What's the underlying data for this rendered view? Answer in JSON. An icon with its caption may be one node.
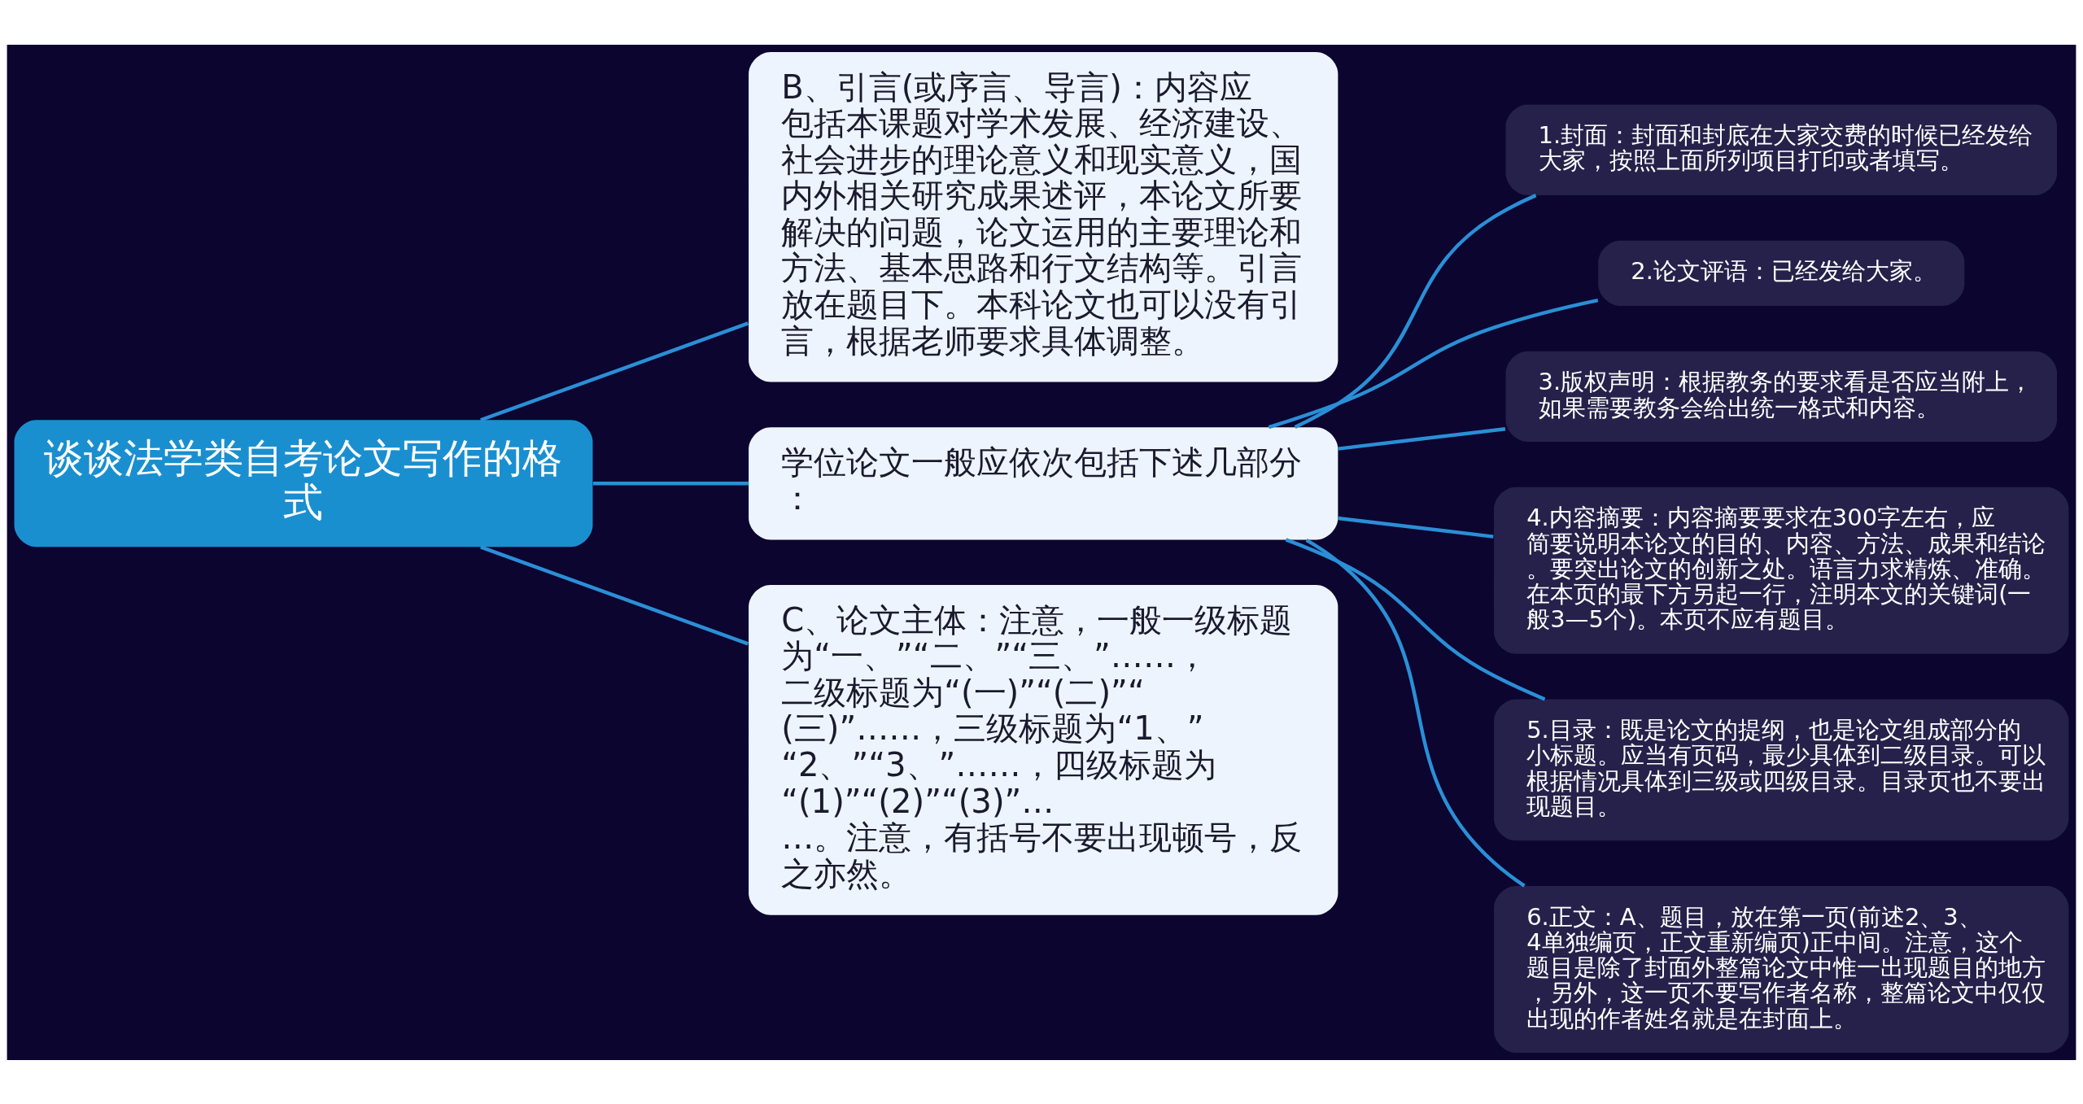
{
  "diagram": {
    "nodes": [
      {
        "text": [
          "谈谈法学类自考论文写作的格式"
        ]
      },
      {
        "text": [
          "B、引言(或序言、导言)：内容应包括本课题对学术发展、经济建设、社会进步的理论意义和现实意义，国内外相关研究成果述评，本论文所要解决的问题，论文运用的主要理论和方法、基本思路和行文结构等。引言放在题目下。本科论文也可以没有引言，根据老师要求具体调整。"
        ]
      },
      {
        "text": [
          "学位论文一般应依次包括下述几部分："
        ]
      },
      {
        "text": [
          "1.封面：封面和封底在大家交费的时候已经发给大家，按照上面所列项目打印或者填写。"
        ]
      },
      {
        "text": [
          "2.论文评语：已经发给大家。"
        ]
      },
      {
        "text": [
          "3.版权声明：根据教务的要求看是否应当附上，如果需要教务会给出统一格式和内容。"
        ]
      },
      {
        "text": [
          "4.内容摘要：内容摘要要求在300字左右，应简要说明本论文的目的、内容、方法、成果和结论。要突出论文的创新之处。语言力求精炼、准确。在本页的最下方另起一行，注明本文的关键词(一般3—5个)。本页不应有题目。"
        ]
      },
      {
        "text": [
          "5.目录：既是论文的提纲，也是论文组成部分的小标题。应当有页码，最少具体到二级目录。可以根据情况具体到三级或四级目录。目录页也不要出现题目。"
        ]
      },
      {
        "text": [
          "6.正文：A、题目，放在第一页(前述2、3、4单独编页，正文重新编页)正中间。注意，这个题目是除了封面外整篇论文中惟一出现题目的地方，另外，这一页不要写作者名称，整篇论文中仅仅出现的作者姓名就是在封面上。"
        ]
      },
      {
        "text": [
          "C、论文主体：注意，一般一级标题为“一、”“二、”“三、”……，二级标题为“(一)”“(二)”“(三)”……，三级标题为“1、”“2、”“3、”……，四级标题为“(1)”“(2)”“(3)”……。注意，有括号不要出现顿号，反之亦然。"
        ]
      }
    ],
    "edges": [
      {
        "from": 0,
        "to": 1,
        "arrow": "none"
      },
      {
        "from": 0,
        "to": 2,
        "arrow": "none"
      },
      {
        "from": 2,
        "to": 3,
        "arrow": "none"
      },
      {
        "from": 2,
        "to": 4,
        "arrow": "none"
      },
      {
        "from": 2,
        "to": 5,
        "arrow": "none"
      },
      {
        "from": 2,
        "to": 6,
        "arrow": "none"
      },
      {
        "from": 2,
        "to": 7,
        "arrow": "none"
      },
      {
        "from": 2,
        "to": 8,
        "arrow": "none"
      },
      {
        "from": 0,
        "to": 9,
        "arrow": "none"
      }
    ]
  }
}
